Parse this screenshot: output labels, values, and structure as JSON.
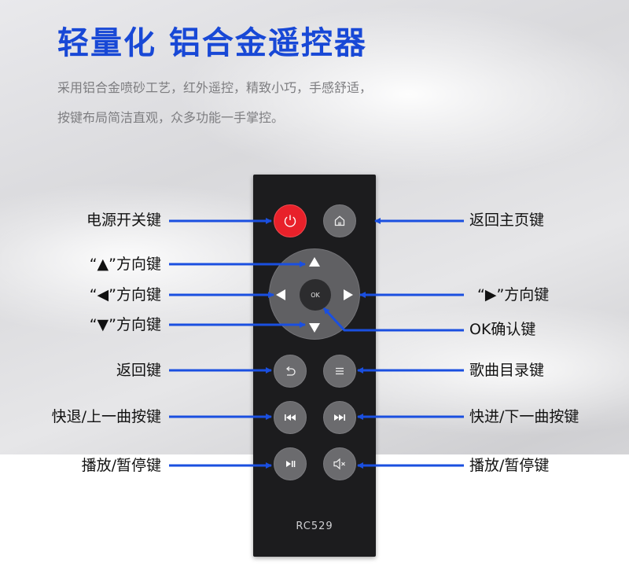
{
  "title": "轻量化 铝合金遥控器",
  "description": {
    "line1": "采用铝合金喷砂工艺，红外遥控，精致小巧，手感舒适，",
    "line2": "按键布局简洁直观，众多功能一手掌控。"
  },
  "remote": {
    "model": "RC529",
    "ok_label": "OK"
  },
  "labels": {
    "power": "电源开关键",
    "home": "返回主页键",
    "up": "“▲”方向键",
    "left": "“◀”方向键",
    "right": "“▶”方向键",
    "down": "“▼”方向键",
    "ok": "OK确认键",
    "back": "返回键",
    "menu": "歌曲目录键",
    "rewind": "快退/上一曲按键",
    "forward": "快进/下一曲按键",
    "play_pause_left": "播放/暂停键",
    "play_pause_right": "播放/暂停键"
  },
  "colors": {
    "title": "#1848d6",
    "arrow_line": "#1a4fe0",
    "power_button": "#e8212a",
    "remote_body": "#1c1c1e"
  },
  "icons": [
    "power-icon",
    "home-icon",
    "up-arrow-icon",
    "left-arrow-icon",
    "right-arrow-icon",
    "down-arrow-icon",
    "back-icon",
    "menu-icon",
    "rewind-icon",
    "fast-forward-icon",
    "play-pause-icon",
    "mute-icon"
  ]
}
